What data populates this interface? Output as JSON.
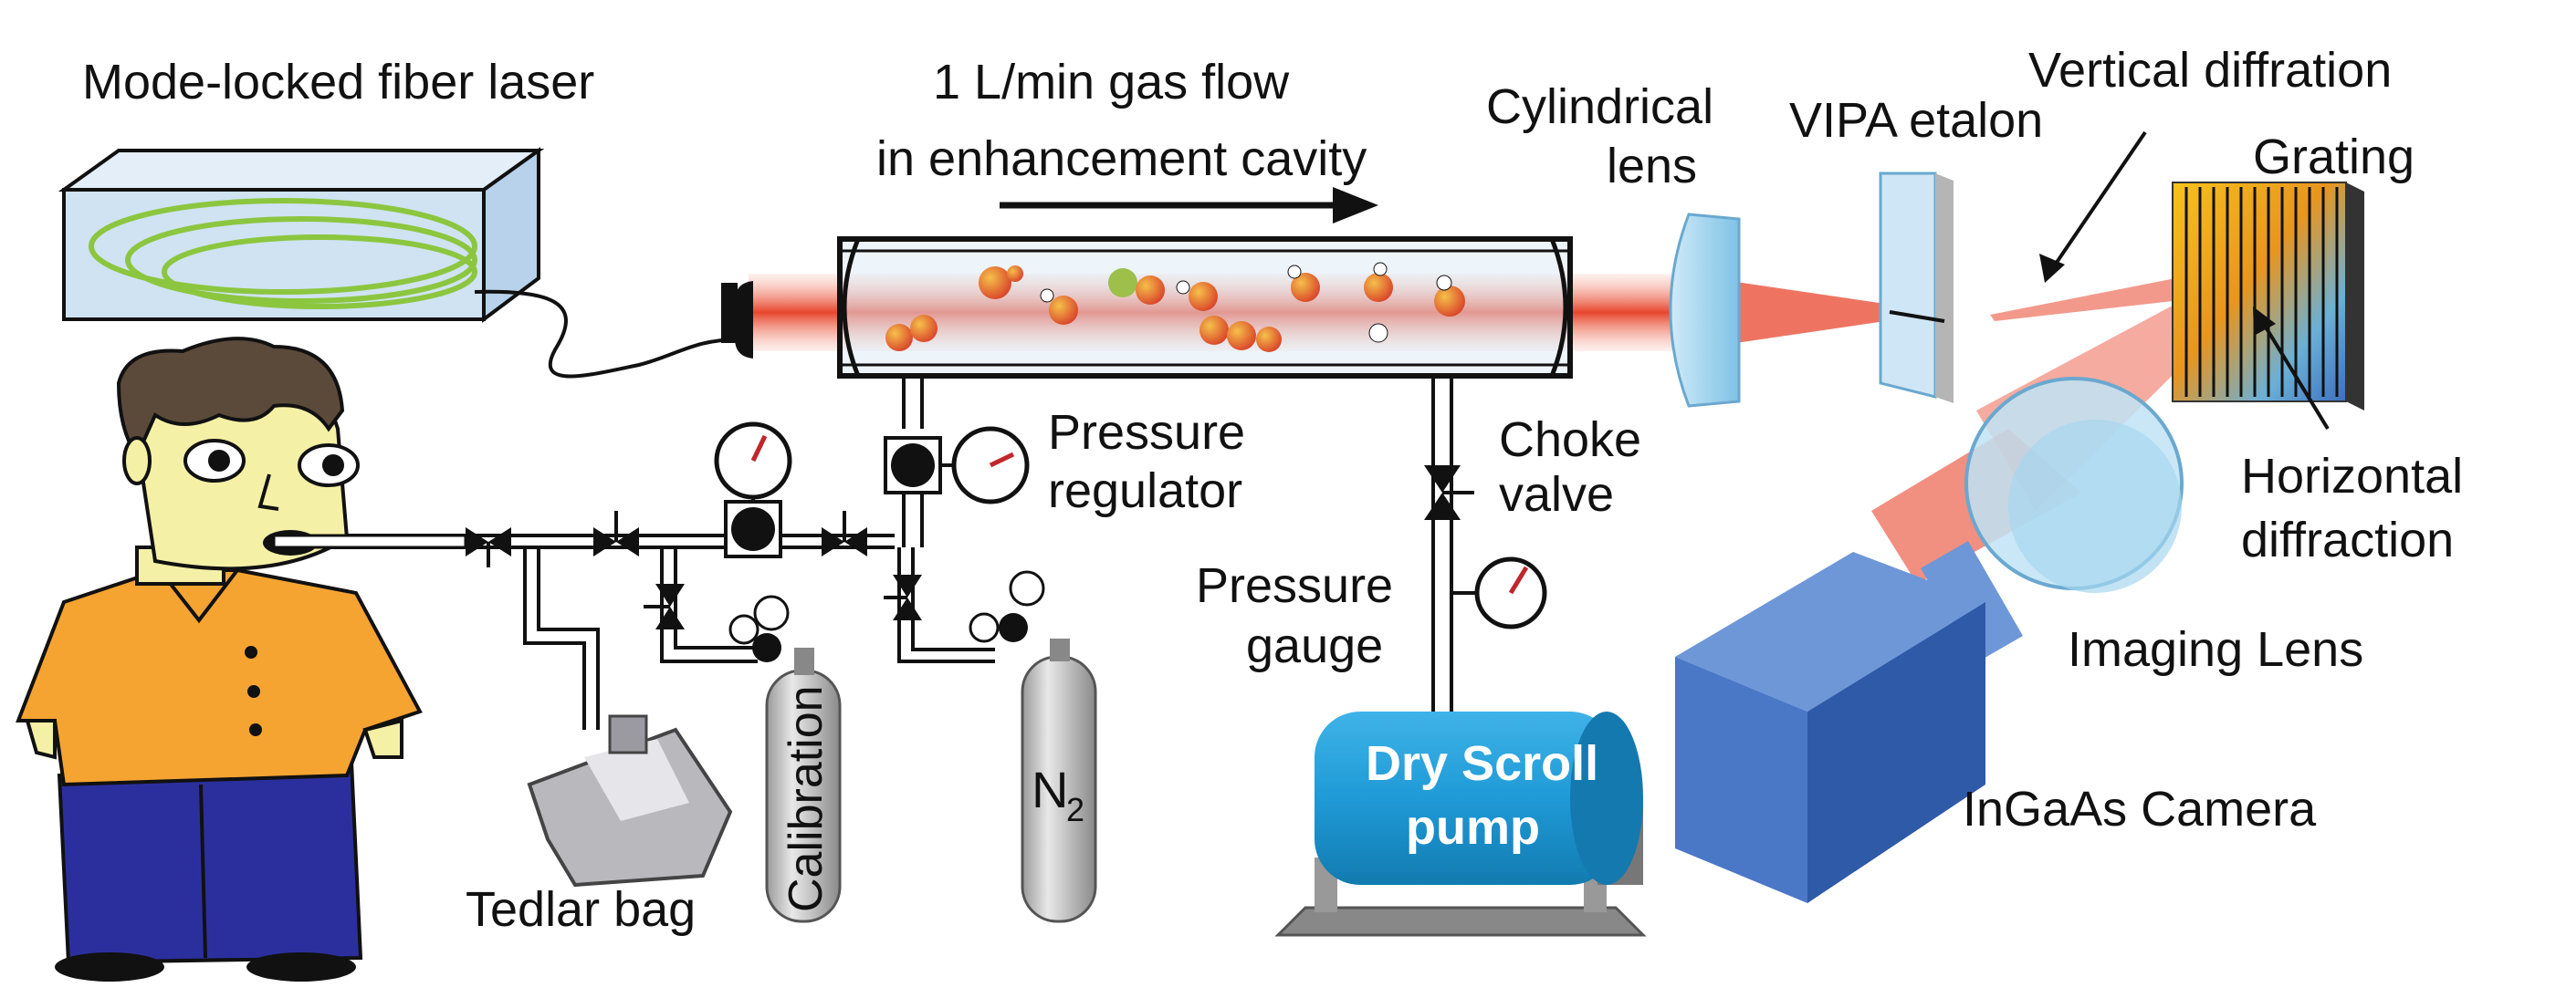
{
  "labels": {
    "laser": "Mode-locked fiber laser",
    "gas_flow_line1": "1 L/min gas flow",
    "gas_flow_line2": "in enhancement cavity",
    "cyl_lens_line1": "Cylindrical",
    "cyl_lens_line2": "lens",
    "vipa": "VIPA etalon",
    "vertical_diffraction": "Vertical diffration",
    "grating": "Grating",
    "pressure_regulator_line1": "Pressure",
    "pressure_regulator_line2": "regulator",
    "choke_valve_line1": "Choke",
    "choke_valve_line2": "valve",
    "pressure_gauge_line1": "Pressure",
    "pressure_gauge_line2": "gauge",
    "horizontal_diffraction_line1": "Horizontal",
    "horizontal_diffraction_line2": "diffraction",
    "imaging_lens": "Imaging Lens",
    "camera": "InGaAs Camera",
    "tedlar_bag": "Tedlar bag",
    "calibration": "Calibration",
    "n2": "N",
    "n2_subscript": "2",
    "pump_line1": "Dry Scroll",
    "pump_line2": "pump"
  },
  "colors": {
    "beam": "#e8452c",
    "cavity_glass": "#dcecf8",
    "laser_box": "#cfe3f3",
    "fiber_coil": "#8cc63f",
    "pump": "#1f9ad6",
    "camera": "#3f6fbf",
    "lens": "#9fd3ee",
    "shirt": "#f5a431",
    "pants": "#2b2f9e",
    "skin": "#f4f0a6",
    "hair": "#5b4a3a",
    "cylinder": "#c8c8c8"
  }
}
